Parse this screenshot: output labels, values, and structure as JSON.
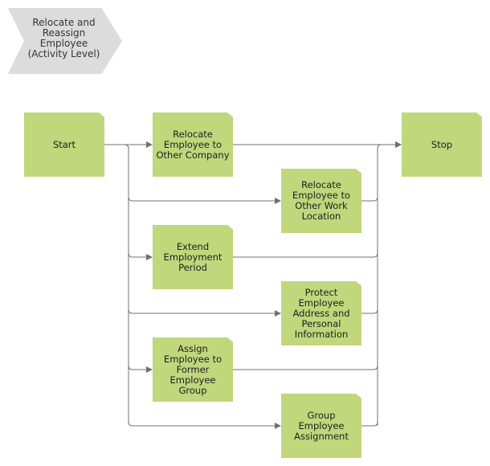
{
  "diagram": {
    "title": "Relocate and Reassign Employee (Activity Level)",
    "title_lines": [
      "Relocate and",
      "Reassign",
      "Employee",
      "(Activity Level)"
    ],
    "start_label": "Start",
    "stop_label": "Stop",
    "activities": [
      {
        "id": "relocate-other-company",
        "label": "Relocate Employee to Other Company"
      },
      {
        "id": "relocate-other-location",
        "label": "Relocate Employee to Other Work Location"
      },
      {
        "id": "extend-employment",
        "label": "Extend Employment Period"
      },
      {
        "id": "protect-address",
        "label": "Protect Employee Address and Personal Information"
      },
      {
        "id": "assign-former-group",
        "label": "Assign Employee to Former Employee Group"
      },
      {
        "id": "group-assignment",
        "label": "Group Employee Assignment"
      }
    ],
    "colors": {
      "node_fill": "#c0d77c",
      "title_fill": "#dcdcdc",
      "connector": "#707070"
    }
  }
}
